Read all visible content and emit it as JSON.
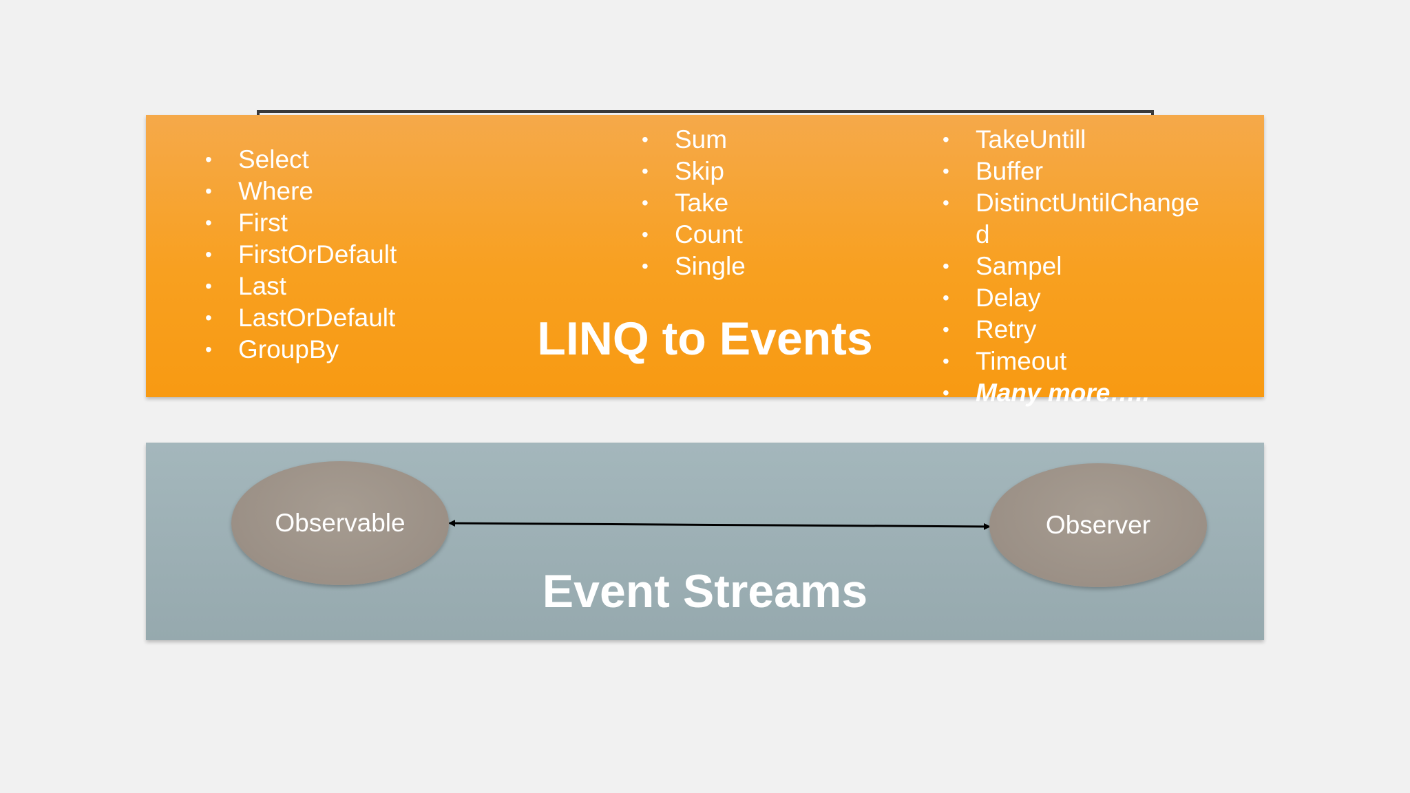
{
  "linq": {
    "title": "LINQ to Events",
    "column_1": [
      "Select",
      "Where",
      "First",
      "FirstOrDefault",
      "Last",
      "LastOrDefault",
      "GroupBy"
    ],
    "column_2": [
      "Sum",
      "Skip",
      "Take",
      "Count",
      "Single"
    ],
    "column_3": [
      "TakeUntill",
      "Buffer",
      "DistinctUntilChange\nd",
      "Sampel",
      "Delay",
      "Retry",
      "Timeout",
      "Many more….."
    ],
    "bullet": "•"
  },
  "streams": {
    "title": "Event Streams",
    "observable": "Observable",
    "observer": "Observer"
  },
  "colors": {
    "orange_panel": "#f8a020",
    "stream_panel": "#9db0b5",
    "node_fill": "#9e948a",
    "text": "#ffffff"
  }
}
